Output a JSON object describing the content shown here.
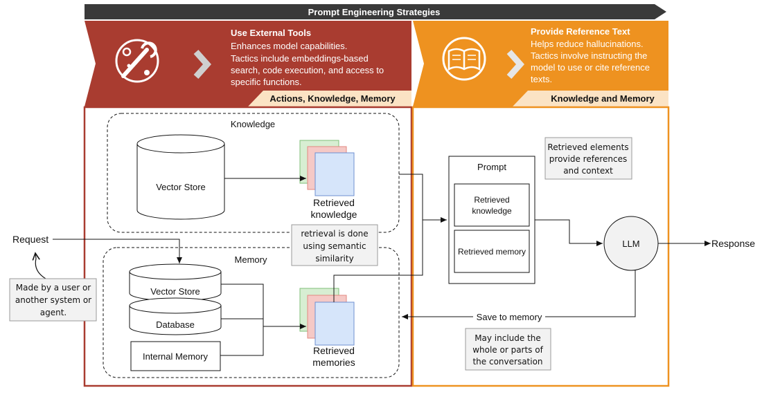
{
  "banner": {
    "title": "Prompt Engineering Strategies"
  },
  "external_tools": {
    "title": "Use External Tools",
    "lines": [
      "Enhances model capabilities.",
      "Tactics include embeddings-based",
      "search, code execution, and access to",
      "specific functions."
    ],
    "tag": "Actions, Knowledge, Memory"
  },
  "reference_text": {
    "title": "Provide Reference Text",
    "lines": [
      "Helps reduce hallucinations.",
      "Tactics involve instructing the",
      "model to use or cite reference",
      "texts."
    ],
    "tag": "Knowledge and Memory"
  },
  "knowledge": {
    "title": "Knowledge",
    "vector_store": "Vector Store",
    "retrieved": [
      "Retrieved",
      "knowledge"
    ]
  },
  "memory": {
    "title": "Memory",
    "vector_store": "Vector Store",
    "database": "Database",
    "internal": "Internal Memory",
    "retrieved": [
      "Retrieved",
      "memories"
    ]
  },
  "retrieval_note": [
    "retrieval is done",
    "using semantic",
    "similarity"
  ],
  "request": "Request",
  "request_note": [
    "Made by a user or",
    "another system or",
    "agent."
  ],
  "prompt": {
    "title": "Prompt",
    "knowledge": [
      "Retrieved",
      "knowledge"
    ],
    "memory": "Retrieved memory"
  },
  "retrieved_note": [
    "Retrieved elements",
    "provide references",
    "and context"
  ],
  "llm": "LLM",
  "response": "Response",
  "save_to_memory": "Save to memory",
  "save_note": [
    "May include the",
    "whole or parts of",
    "the conversation"
  ],
  "colors": {
    "banner": "#3a3a3a",
    "external": "#a93c30",
    "reference": "#ee9220",
    "tag_bg": "#fbe3c4",
    "note_bg": "#f2f2f2",
    "doc_green": "#d7eed2",
    "doc_red": "#f5c9c6",
    "doc_blue": "#d6e5fa"
  }
}
